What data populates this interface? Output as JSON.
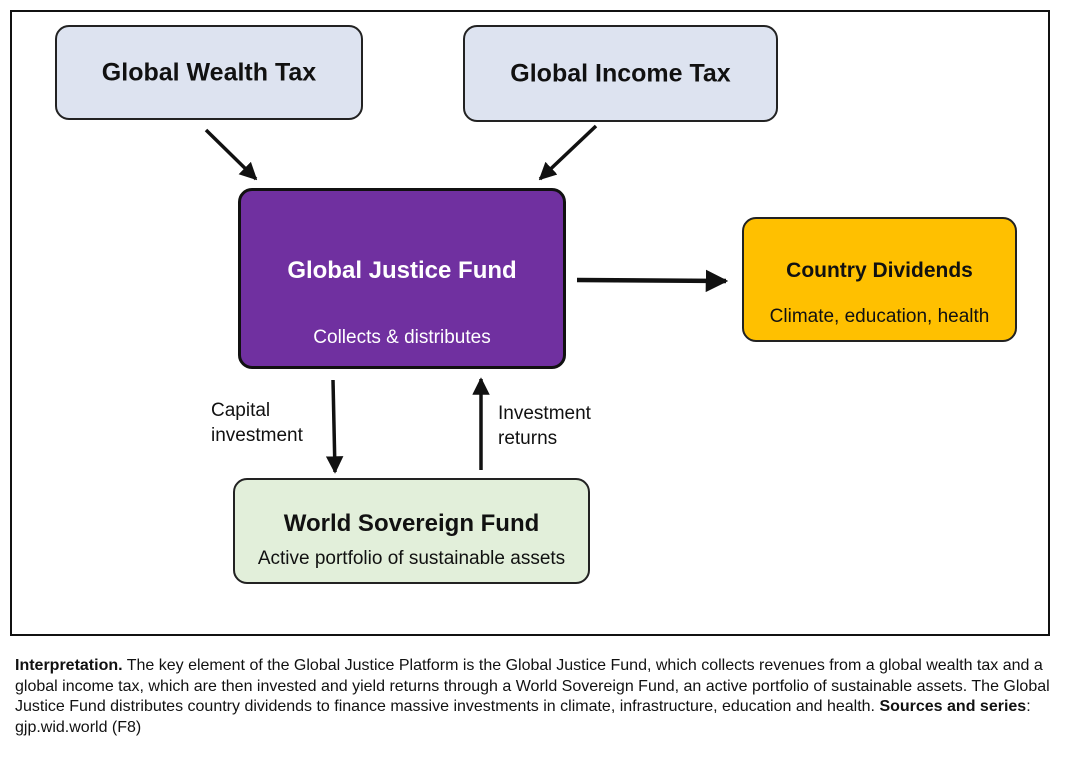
{
  "nodes": {
    "wealth_tax": "Global Wealth Tax",
    "income_tax": "Global Income Tax",
    "justice_fund": {
      "title": "Global Justice Fund",
      "subtitle": "Collects & distributes"
    },
    "country_dividends": {
      "title": "Country Dividends",
      "subtitle": "Climate, education, health"
    },
    "sovereign_fund": {
      "title": "World Sovereign Fund",
      "subtitle": "Active portfolio of sustainable assets"
    }
  },
  "edges": {
    "capital_investment": [
      "Capital",
      "investment"
    ],
    "investment_returns": [
      "Investment",
      "returns"
    ]
  },
  "caption": {
    "lead": "Interpretation.",
    "body": " The key element of the Global Justice Platform is the Global Justice Fund, which collects revenues from a global wealth tax and a global income tax, which are then invested and yield returns through a World Sovereign Fund, an active portfolio of sustainable assets. The Global Justice Fund distributes country dividends to finance massive investments in climate, infrastructure, education and health. ",
    "sources_label": "Sources and series",
    "sources_value": ": gjp.wid.world (F8)"
  },
  "colors": {
    "tax_box": "#dde3f0",
    "justice_fund": "#7030a0",
    "dividends": "#ffc000",
    "sovereign_fund": "#e2efda"
  }
}
